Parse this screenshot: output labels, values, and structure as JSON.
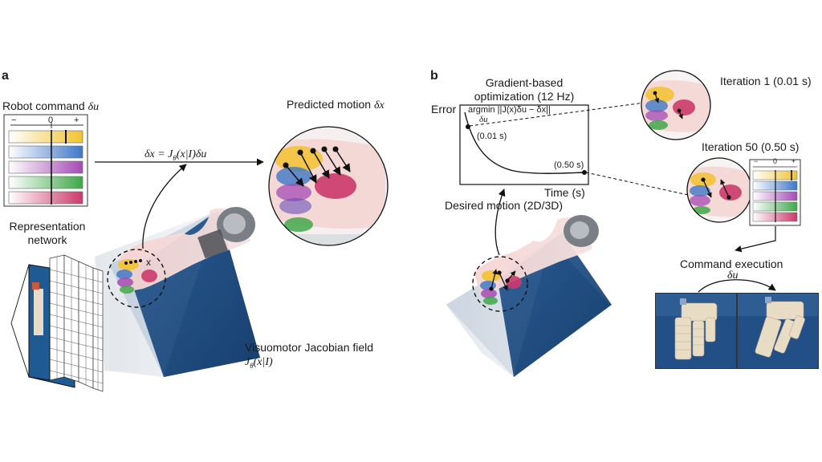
{
  "panel_a": {
    "letter": "a",
    "robot_command_label": "Robot command",
    "robot_command_symbol": "δu",
    "slider_minus": "−",
    "slider_zero": "0",
    "slider_plus": "+",
    "equation": "δx = J",
    "equation_sub": "θ",
    "equation_rest": "(x|I)δu",
    "predicted_motion_label": "Predicted motion",
    "predicted_motion_symbol": "δx",
    "representation_network_line1": "Representation",
    "representation_network_line2": "network",
    "query_point_label": "x",
    "jacobian_field_label": "Visuomotor Jacobian field",
    "jacobian_field_symbol": "J",
    "jacobian_field_sub": "θ",
    "jacobian_field_args": "(x|I)"
  },
  "panel_b": {
    "letter": "b",
    "optimization_title_line1": "Gradient-based",
    "optimization_title_line2": "optimization (12 Hz)",
    "error_axis_label": "Error",
    "time_axis_label": "Time (s)",
    "argmin_text": "argmin ||J(x)δu − δx||",
    "argmin_sub": "δu",
    "time_marker_1": "(0.01 s)",
    "time_marker_2": "(0.50 s)",
    "desired_motion_label": "Desired motion (2D/3D)",
    "iteration_1_label": "Iteration 1 (0.01 s)",
    "iteration_50_label": "Iteration 50 (0.50 s)",
    "slider_minus": "−",
    "slider_zero": "0",
    "slider_plus": "+",
    "command_execution_label": "Command execution",
    "execution_symbol": "δu"
  },
  "colors": {
    "yellow": "#f2c230",
    "blue": "#3f78c6",
    "purple": "#a54bb5",
    "green": "#3fa84a",
    "pink": "#cc3a6b",
    "floor_blue": "#1e4f86"
  }
}
